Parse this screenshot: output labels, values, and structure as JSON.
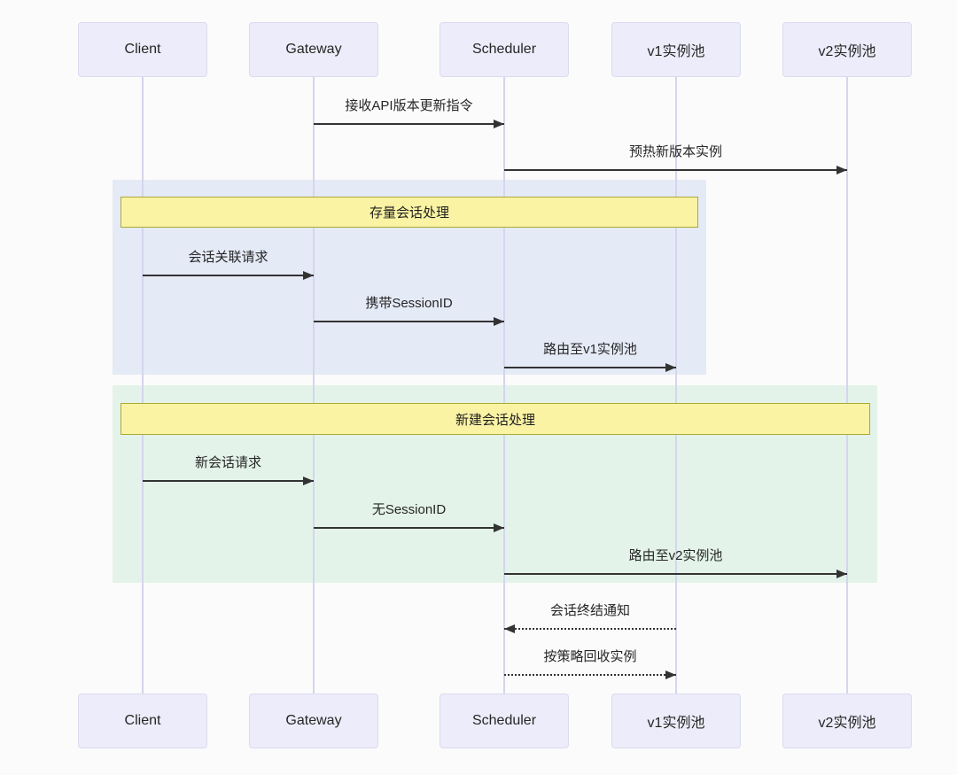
{
  "diagram": {
    "participants": [
      {
        "id": "client",
        "label": "Client"
      },
      {
        "id": "gateway",
        "label": "Gateway"
      },
      {
        "id": "scheduler",
        "label": "Scheduler"
      },
      {
        "id": "v1",
        "label": "v1实例池"
      },
      {
        "id": "v2",
        "label": "v2实例池"
      }
    ],
    "messages": [
      {
        "from": "gateway",
        "to": "scheduler",
        "text": "接收API版本更新指令",
        "line": "solid"
      },
      {
        "from": "scheduler",
        "to": "v2",
        "text": "预热新版本实例",
        "line": "solid"
      },
      {
        "from": "client",
        "to": "gateway",
        "text": "会话关联请求",
        "line": "solid"
      },
      {
        "from": "gateway",
        "to": "scheduler",
        "text": "携带SessionID",
        "line": "solid"
      },
      {
        "from": "scheduler",
        "to": "v1",
        "text": "路由至v1实例池",
        "line": "solid"
      },
      {
        "from": "client",
        "to": "gateway",
        "text": "新会话请求",
        "line": "solid"
      },
      {
        "from": "gateway",
        "to": "scheduler",
        "text": "无SessionID",
        "line": "solid"
      },
      {
        "from": "scheduler",
        "to": "v2",
        "text": "路由至v2实例池",
        "line": "solid"
      },
      {
        "from": "v1",
        "to": "scheduler",
        "text": "会话终结通知",
        "line": "dashed"
      },
      {
        "from": "scheduler",
        "to": "v1",
        "text": "按策略回收实例",
        "line": "dashed"
      }
    ],
    "sections": [
      {
        "id": "existing-sessions",
        "title": "存量会话处理",
        "fill": "#E5EAF7"
      },
      {
        "id": "new-sessions",
        "title": "新建会话处理",
        "fill": "#E3F3E9"
      }
    ],
    "colors": {
      "background": "#FBFBFB",
      "participant_fill": "#ECECFA",
      "participant_border": "#DBDBF0",
      "lifeline": "#D5D5EC",
      "arrow": "#333333",
      "note_fill": "#FBF3A4",
      "note_border": "#AAAA33",
      "text": "#262626"
    }
  }
}
